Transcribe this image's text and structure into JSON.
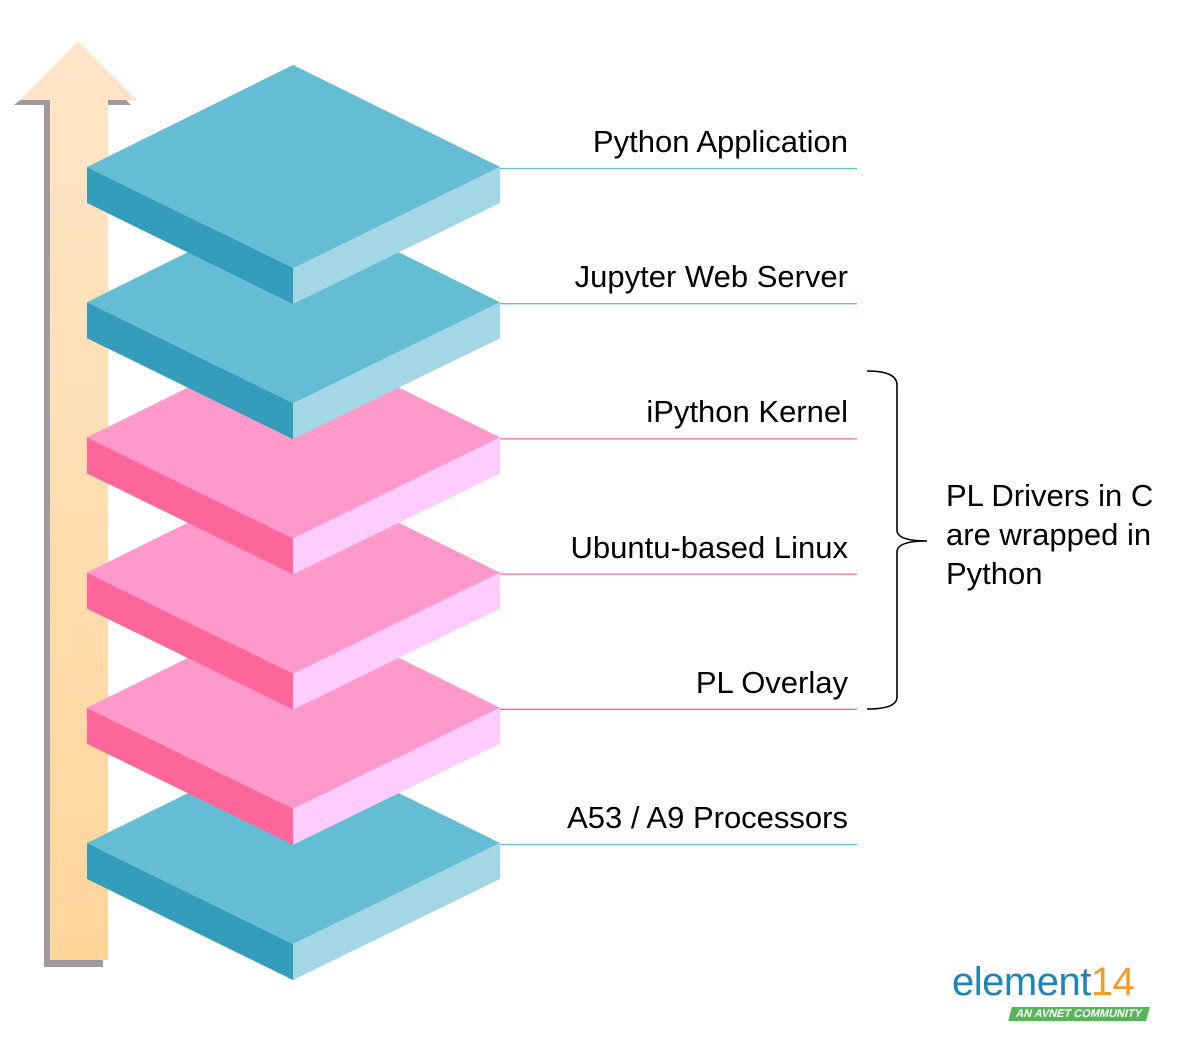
{
  "layers": [
    {
      "label": "Python Application",
      "color": "blue"
    },
    {
      "label": "Jupyter Web Server",
      "color": "blue"
    },
    {
      "label": "iPython Kernel",
      "color": "pink"
    },
    {
      "label": "Ubuntu-based Linux",
      "color": "pink"
    },
    {
      "label": "PL Overlay",
      "color": "pink"
    },
    {
      "label": "A53 / A9 Processors",
      "color": "blue"
    }
  ],
  "palette": {
    "blue": {
      "top": "#64bcd5",
      "left": "#349dbb",
      "right": "#a3d7e6",
      "line": "#64bcd5"
    },
    "pink": {
      "top": "#ff99cc",
      "left": "#ff6699",
      "right": "#ffccff",
      "line": "#ff6699"
    },
    "arrow": "#ffe3c0",
    "arrow_shadow": "#9e9a9e"
  },
  "brace_note": "PL Drivers in C are wrapped in Python",
  "logo": {
    "word": "element",
    "number": "14",
    "tagline": "AN AVNET COMMUNITY"
  }
}
